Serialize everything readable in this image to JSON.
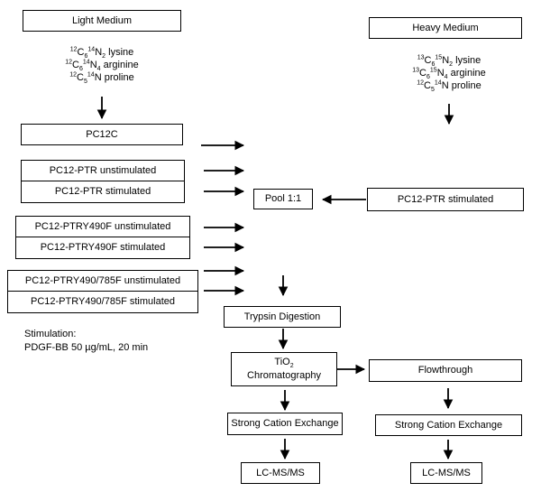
{
  "boxes": {
    "light_medium": "Light Medium",
    "heavy_medium": "Heavy Medium",
    "pc12c": "PC12C",
    "ptr_unstim": "PC12-PTR unstimulated",
    "ptr_stim": "PC12-PTR stimulated",
    "ptry490f_unstim": "PC12-PTRY490F unstimulated",
    "ptry490f_stim": "PC12-PTRY490F stimulated",
    "ptry785f_unstim": "PC12-PTRY490/785F unstimulated",
    "ptry785f_stim": "PC12-PTRY490/785F stimulated",
    "pool": "Pool 1:1",
    "heavy_ptr_stim": "PC12-PTR stimulated",
    "trypsin": "Trypsin Digestion",
    "tio2_pre": "TiO",
    "tio2_sub": "2",
    "tio2_line2": "Chromatography",
    "flowthrough": "Flowthrough",
    "scx_left": "Strong Cation Exchange",
    "scx_right": "Strong Cation Exchange",
    "lcms_left": "LC-MS/MS",
    "lcms_right": "LC-MS/MS"
  },
  "light_labels": [
    {
      "iso1": "12",
      "el1": "C",
      "n1": "6",
      "iso2": "14",
      "el2": "N",
      "n2": "2",
      "name": " lysine"
    },
    {
      "iso1": "12",
      "el1": "C",
      "n1": "6",
      "iso2": "14",
      "el2": "N",
      "n2": "4",
      "name": " arginine"
    },
    {
      "iso1": "12",
      "el1": "C",
      "n1": "5",
      "iso2": "14",
      "el2": "N",
      "n2": "",
      "name": " proline"
    }
  ],
  "heavy_labels": [
    {
      "iso1": "13",
      "el1": "C",
      "n1": "6",
      "iso2": "15",
      "el2": "N",
      "n2": "2",
      "name": " lysine"
    },
    {
      "iso1": "13",
      "el1": "C",
      "n1": "6",
      "iso2": "15",
      "el2": "N",
      "n2": "4",
      "name": " arginine"
    },
    {
      "iso1": "12",
      "el1": "C",
      "n1": "5",
      "iso2": "14",
      "el2": "N",
      "n2": "",
      "name": " proline"
    }
  ],
  "stimulation": {
    "heading": "Stimulation:",
    "detail": "PDGF-BB 50 µg/mL, 20 min"
  }
}
